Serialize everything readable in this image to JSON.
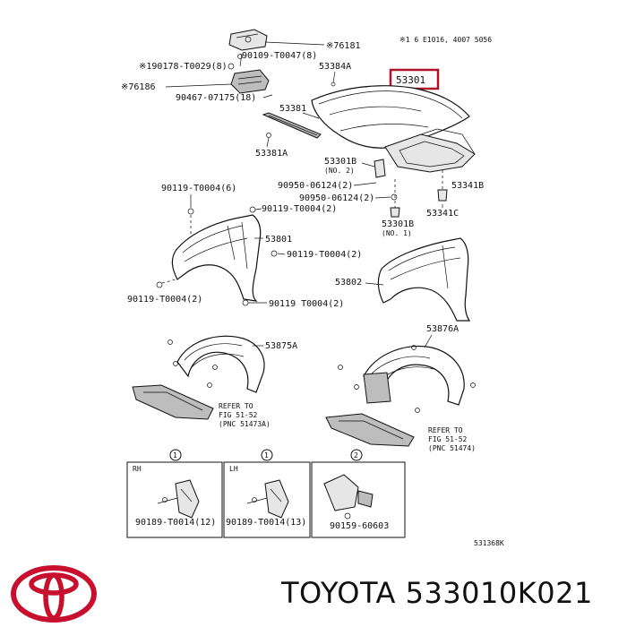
{
  "header_note": "※1 6 E1016, 4007 5056",
  "labels": {
    "p76181": "※76181",
    "p90109_t0047": "90109-T0047(8)",
    "p90178": "※190178-T0029(8)",
    "p53384a": "53384A",
    "p53301": "53301",
    "p76186": "※76186",
    "p90467": "90467-07175(18)",
    "p53381": "53381",
    "p53381a": "53381A",
    "p53301b_top": "53301B",
    "p53301b_top_no": "(NO. 2)",
    "p90950_a": "90950-06124(2)",
    "p90950_b": "90950-06124(2)",
    "p53341b": "53341B",
    "p53341c": "53341C",
    "p53301b_bot": "53301B",
    "p53301b_bot_no": "(NO. 1)",
    "p90119_a": "90119-T0004(6)",
    "p90119_b": "90119-T0004(2)",
    "p53801": "53801",
    "p90119_c": "90119-T0004(2)",
    "p53802": "53802",
    "p90119_d": "90119-T0004(2)",
    "p90119_e": "90119 T0004(2)",
    "p53875a": "53875A",
    "p53876a": "53876A",
    "refer_left_1": "REFER TO",
    "refer_left_2": "FIG 51-52",
    "refer_left_3": "(PNC 51473A)",
    "refer_right_1": "REFER TO",
    "refer_right_2": "FIG 51-52",
    "refer_right_3": "(PNC 51474)",
    "box_rh": "RH",
    "box_lh": "LH",
    "circle_1a": "1",
    "circle_1b": "1",
    "circle_2": "2",
    "p90189_rh": "90189-T0014(12)",
    "p90189_lh": "90189-T0014(13)",
    "p90159": "90159-60603",
    "diagram_code": "531368K"
  },
  "brand": {
    "maker": "TOYOTA",
    "part_number": "533010K021",
    "logo_color": "#c8102e"
  },
  "colors": {
    "highlight": "#b0132c",
    "ink": "#111111"
  }
}
